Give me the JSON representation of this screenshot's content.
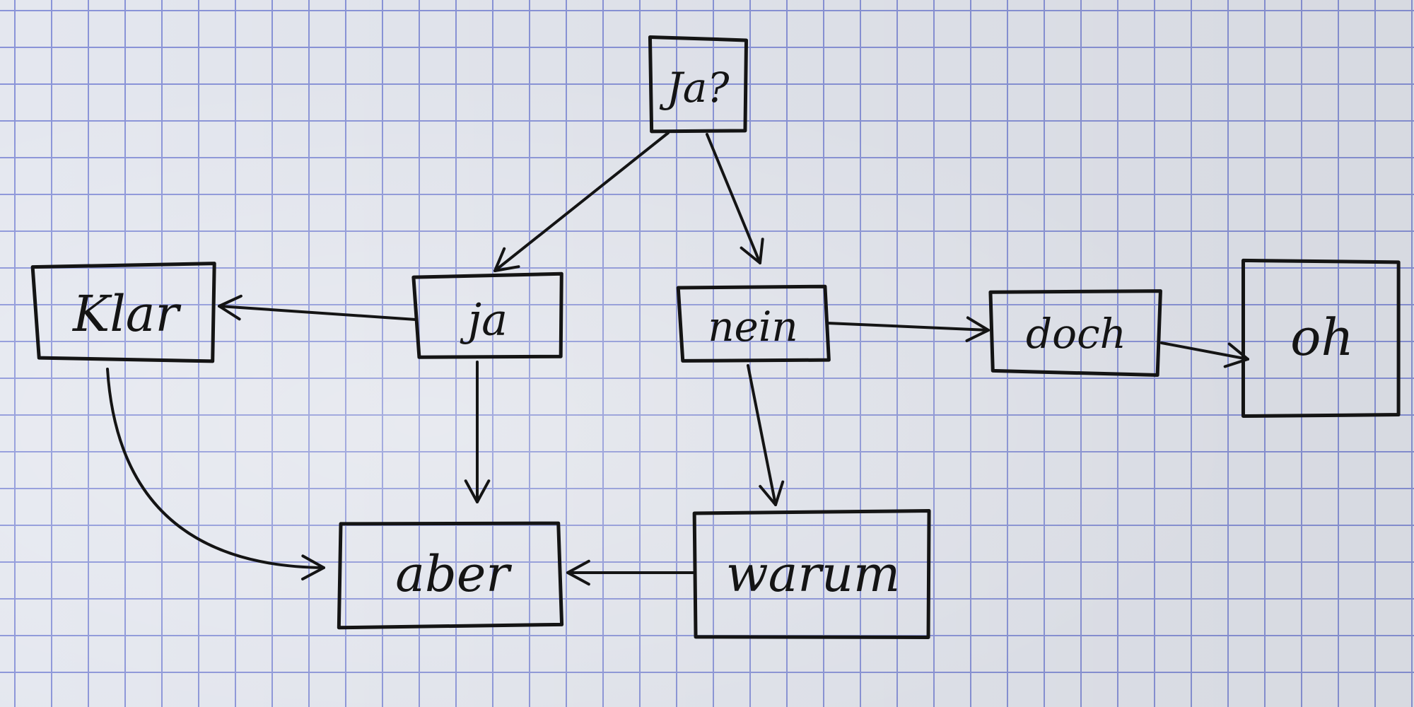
{
  "diagram": {
    "nodes": [
      {
        "id": "ja_q",
        "label": "Ja?"
      },
      {
        "id": "ja",
        "label": "ja"
      },
      {
        "id": "nein",
        "label": "nein"
      },
      {
        "id": "klar",
        "label": "Klar"
      },
      {
        "id": "doch",
        "label": "doch"
      },
      {
        "id": "oh",
        "label": "oh"
      },
      {
        "id": "aber",
        "label": "aber"
      },
      {
        "id": "warum",
        "label": "warum"
      }
    ],
    "edges": [
      {
        "from": "ja_q",
        "to": "ja"
      },
      {
        "from": "ja_q",
        "to": "nein"
      },
      {
        "from": "ja",
        "to": "klar"
      },
      {
        "from": "ja",
        "to": "aber"
      },
      {
        "from": "nein",
        "to": "doch"
      },
      {
        "from": "nein",
        "to": "warum"
      },
      {
        "from": "doch",
        "to": "oh"
      },
      {
        "from": "klar",
        "to": "aber"
      },
      {
        "from": "warum",
        "to": "aber"
      }
    ],
    "colors": {
      "ink": "#141414",
      "grid": "#8a94d8",
      "paper": "#e4e7ef"
    }
  }
}
